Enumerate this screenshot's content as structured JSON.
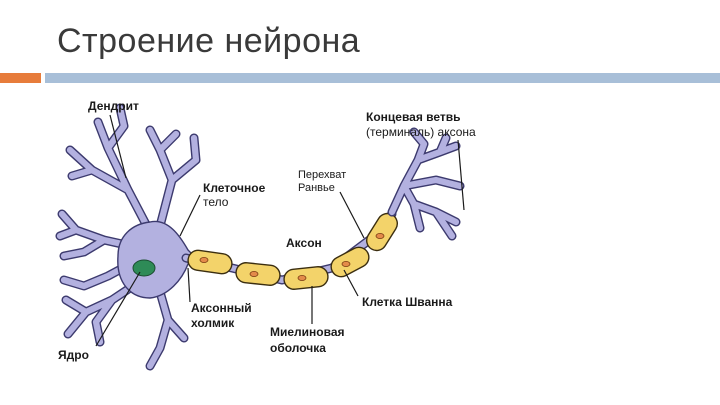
{
  "slide": {
    "title": "Строение нейрона"
  },
  "labels": {
    "dendrite": "Дендрит",
    "cell_body_1": "Клеточное",
    "cell_body_2": "тело",
    "terminal_1": "Концевая ветвь",
    "terminal_2": "(терминаль) аксона",
    "ranvier_1": "Перехват",
    "ranvier_2": "Ранвье",
    "axon": "Аксон",
    "axon_hillock_1": "Аксонный",
    "axon_hillock_2": "холмик",
    "schwann": "Клетка Шванна",
    "nucleus": "Ядро",
    "myelin_1": "Миелиновая",
    "myelin_2": "оболочка"
  },
  "colors": {
    "title_text": "#3a3a3a",
    "accent_orange": "#e77c3b",
    "accent_blue": "#a8bfd8",
    "cell_body": "#b3b1e0",
    "nucleus": "#2e8b57",
    "myelin": "#f3d36a"
  }
}
